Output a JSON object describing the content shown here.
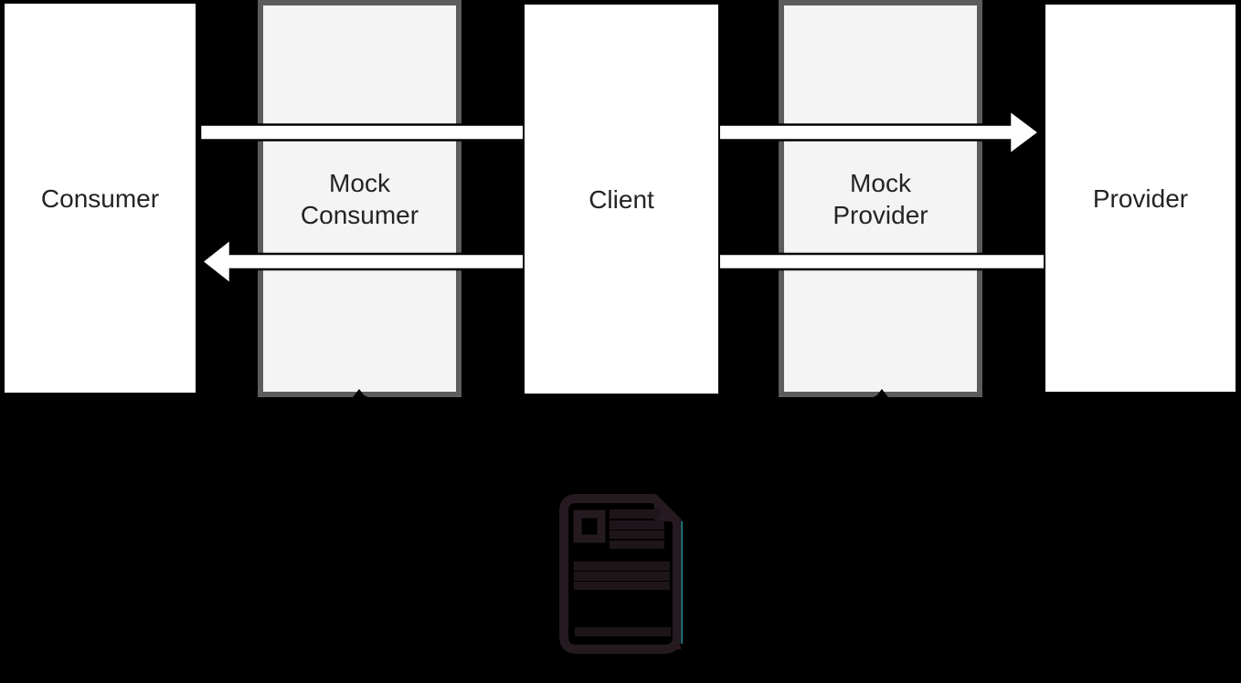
{
  "diagram": {
    "title": "consumer-driven contract testing diagram",
    "background_color": "#000000",
    "boxes": [
      {
        "id": "consumer",
        "label": "Consumer",
        "lines": [
          "Consumer"
        ],
        "style": "plain"
      },
      {
        "id": "mock-consumer",
        "label": "Mock Consumer",
        "lines": [
          "Mock",
          "Consumer"
        ],
        "style": "mock"
      },
      {
        "id": "client",
        "label": "Client",
        "lines": [
          "Client"
        ],
        "style": "plain"
      },
      {
        "id": "mock-provider",
        "label": "Mock Provider",
        "lines": [
          "Mock",
          "Provider"
        ],
        "style": "mock"
      },
      {
        "id": "provider",
        "label": "Provider",
        "lines": [
          "Provider"
        ],
        "style": "plain"
      }
    ],
    "arrows": [
      {
        "name": "request-arrow",
        "direction": "right",
        "from": "Consumer",
        "to": "Provider",
        "fill": "#ffffff",
        "stroke": "#000000"
      },
      {
        "name": "response-arrow",
        "direction": "left",
        "from": "Provider",
        "to": "Consumer",
        "fill": "#ffffff",
        "stroke": "#000000"
      }
    ],
    "connectors": [
      {
        "name": "contract-to-mock-consumer-link",
        "from": "contract-document",
        "to": "Mock Consumer",
        "color": "#000000"
      },
      {
        "name": "contract-to-mock-provider-link",
        "from": "contract-document",
        "to": "Mock Provider",
        "color": "#000000"
      }
    ],
    "contract_document": {
      "name": "contract-document-icon",
      "stroke_color": "#241a20",
      "accent_line_color": "#1f99a1"
    },
    "colors": {
      "plain_box_fill": "#ffffff",
      "plain_box_border": "#000000",
      "mock_box_fill": "#f4f4f4",
      "mock_box_border": "#5c5c5c",
      "label_text": "#242424"
    }
  }
}
